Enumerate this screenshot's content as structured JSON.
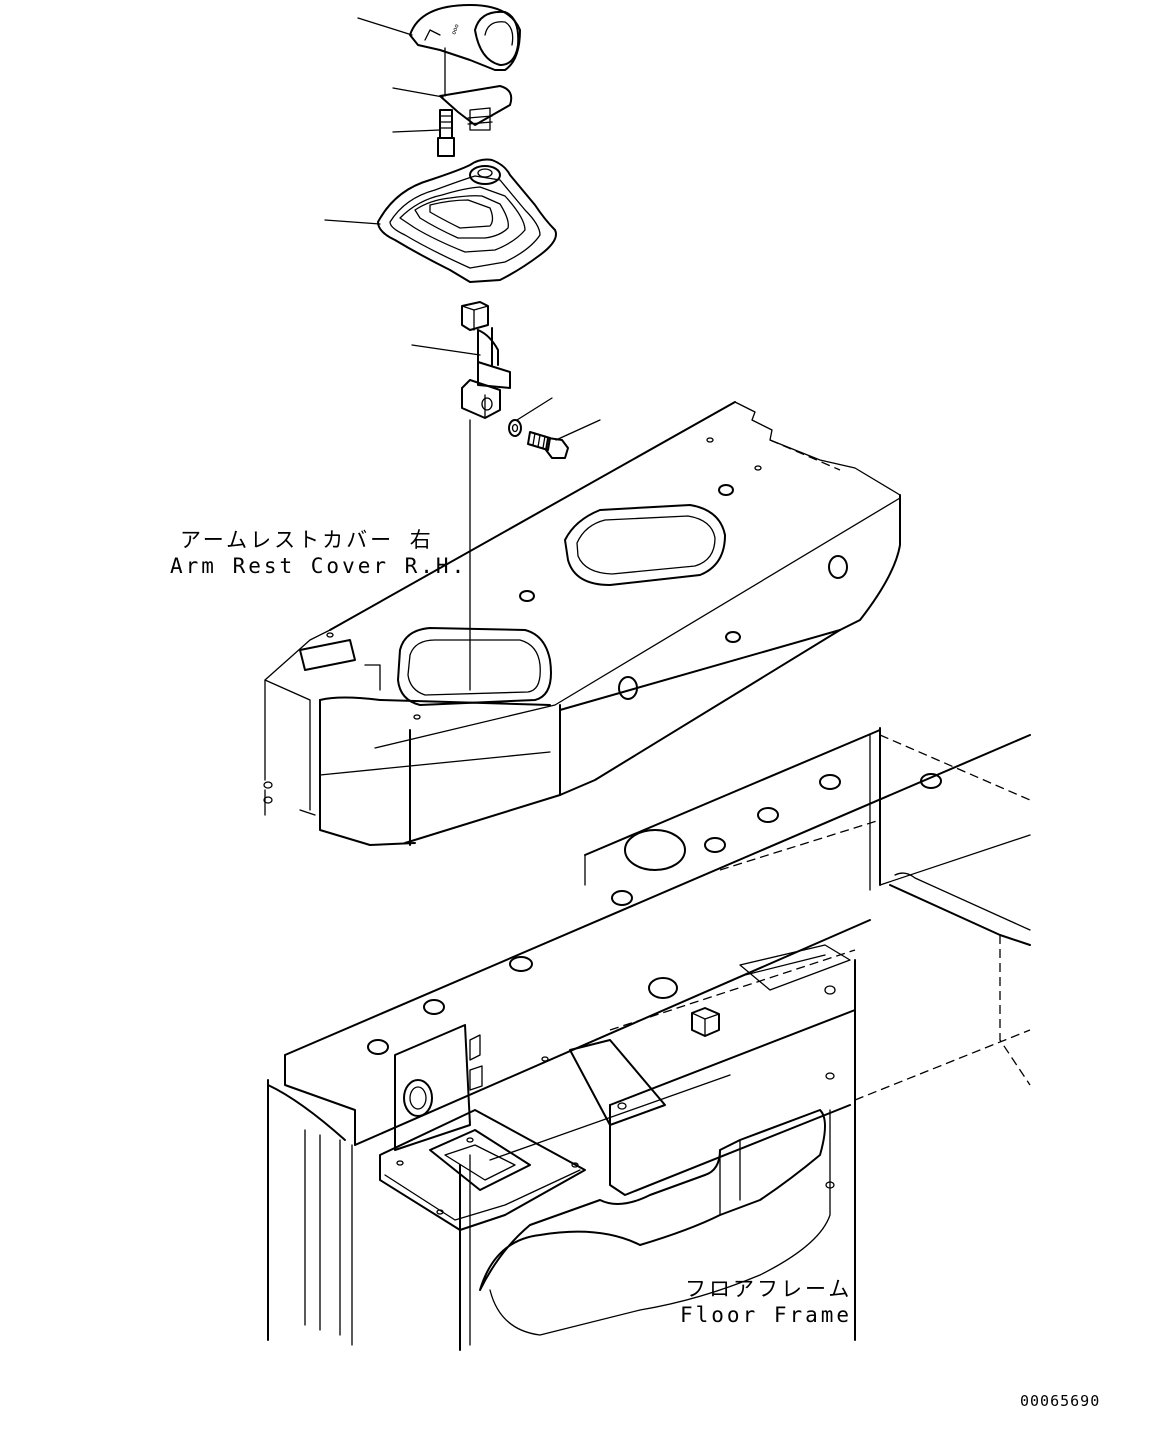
{
  "labels": {
    "arm_rest_cover_jp": "アームレストカバー 右",
    "arm_rest_cover_en": "Arm Rest Cover R.H.",
    "floor_frame_jp": "フロアフレーム",
    "floor_frame_en": "Floor Frame",
    "drawing_number": "00065690"
  }
}
